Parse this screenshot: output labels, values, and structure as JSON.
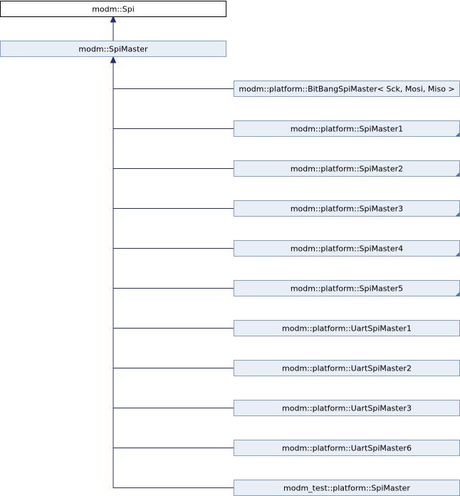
{
  "diagram": {
    "root": {
      "label": "modm::Spi"
    },
    "parent": {
      "label": "modm::SpiMaster"
    },
    "children": [
      {
        "label": "modm::platform::BitBangSpiMaster< Sck, Mosi, Miso >",
        "has_subclasses": false
      },
      {
        "label": "modm::platform::SpiMaster1",
        "has_subclasses": true
      },
      {
        "label": "modm::platform::SpiMaster2",
        "has_subclasses": true
      },
      {
        "label": "modm::platform::SpiMaster3",
        "has_subclasses": true
      },
      {
        "label": "modm::platform::SpiMaster4",
        "has_subclasses": true
      },
      {
        "label": "modm::platform::SpiMaster5",
        "has_subclasses": true
      },
      {
        "label": "modm::platform::UartSpiMaster1",
        "has_subclasses": false
      },
      {
        "label": "modm::platform::UartSpiMaster2",
        "has_subclasses": false
      },
      {
        "label": "modm::platform::UartSpiMaster3",
        "has_subclasses": false
      },
      {
        "label": "modm::platform::UartSpiMaster6",
        "has_subclasses": false
      },
      {
        "label": "modm_test::platform::SpiMaster",
        "has_subclasses": false
      }
    ],
    "colors": {
      "node_fill": "#e8eef6",
      "node_border": "#84a0c8",
      "root_border": "#000000",
      "edge": "#1f2f7a"
    }
  }
}
